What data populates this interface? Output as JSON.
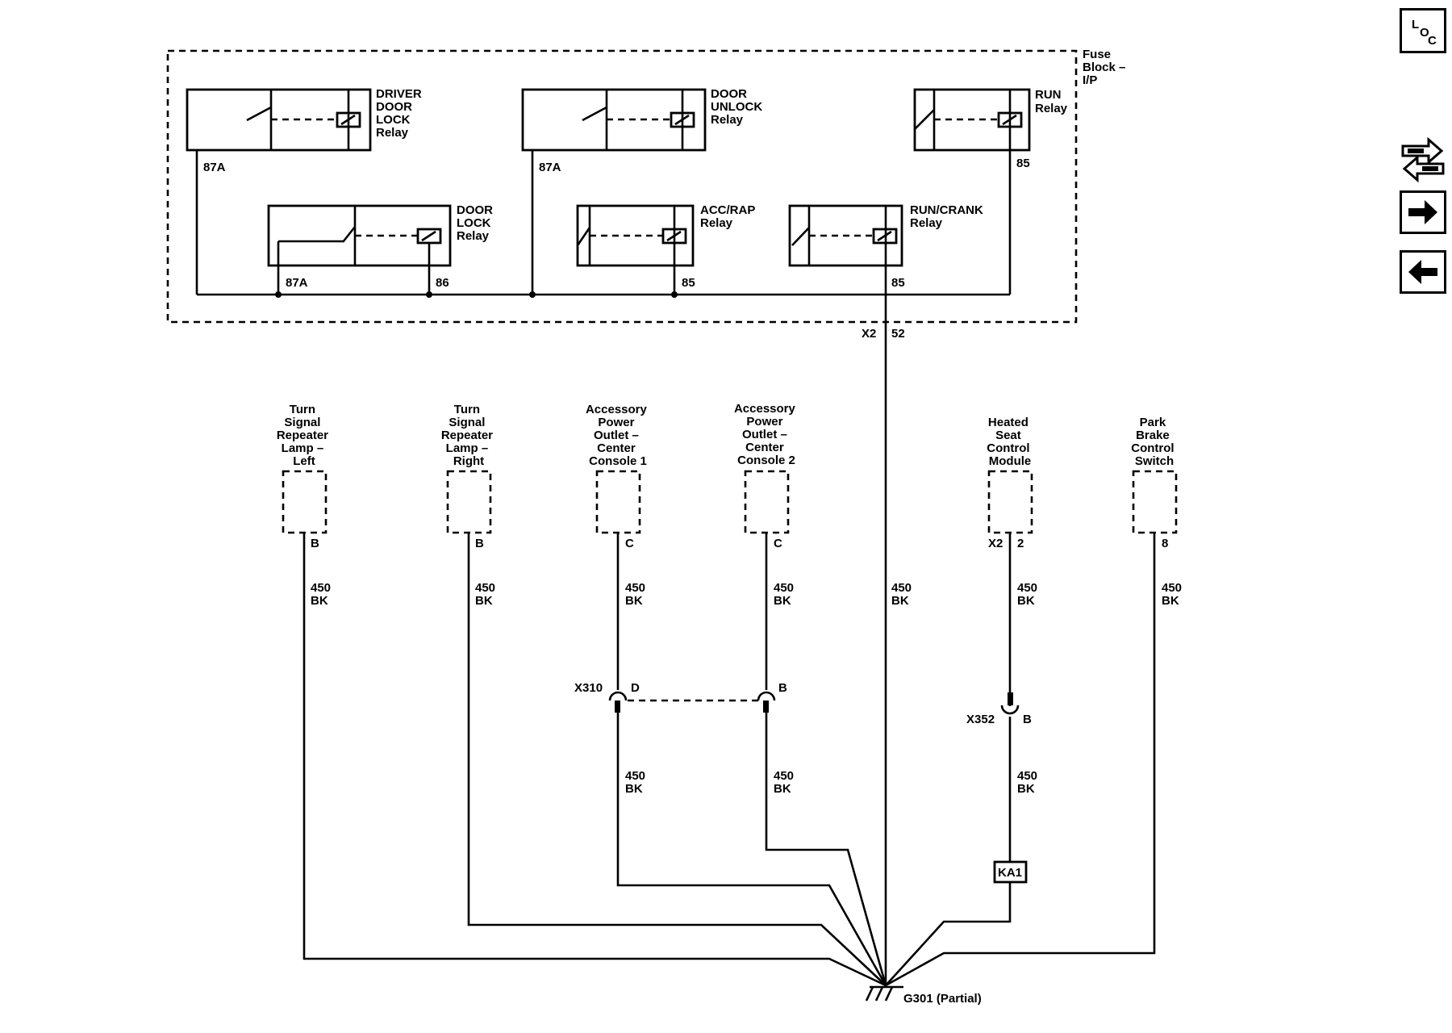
{
  "fuse_block": {
    "label": [
      "Fuse",
      "Block –",
      "I/P"
    ],
    "relays": {
      "driver_door_lock": {
        "label": [
          "DRIVER",
          "DOOR",
          "LOCK",
          "Relay"
        ],
        "pin": "87A"
      },
      "door_unlock": {
        "label": [
          "DOOR",
          "UNLOCK",
          "Relay"
        ],
        "pin": "87A"
      },
      "run": {
        "label": [
          "RUN",
          "Relay"
        ],
        "pin": "85"
      },
      "door_lock": {
        "label": [
          "DOOR",
          "LOCK",
          "Relay"
        ],
        "pin_left": "87A",
        "pin_right": "86"
      },
      "acc_rap": {
        "label": [
          "ACC/RAP",
          "Relay"
        ],
        "pin": "85"
      },
      "run_crank": {
        "label": [
          "RUN/CRANK",
          "Relay"
        ],
        "pin": "85"
      }
    },
    "output_connector": "X2",
    "output_pin": "52"
  },
  "components": [
    {
      "id": "turn-left",
      "label": [
        "Turn",
        "Signal",
        "Repeater",
        "Lamp –",
        "Left"
      ],
      "pin": "B",
      "connector": "",
      "circuit": "450",
      "color": "BK"
    },
    {
      "id": "turn-right",
      "label": [
        "Turn",
        "Signal",
        "Repeater",
        "Lamp –",
        "Right"
      ],
      "pin": "B",
      "connector": "",
      "circuit": "450",
      "color": "BK"
    },
    {
      "id": "acc-outlet-1",
      "label": [
        "Accessory",
        "Power",
        "Outlet –",
        "Center",
        "Console 1"
      ],
      "pin": "C",
      "connector": "",
      "circuit": "450",
      "color": "BK"
    },
    {
      "id": "acc-outlet-2",
      "label": [
        "Accessory",
        "Power",
        "Outlet –",
        "Center",
        "Console 2"
      ],
      "pin": "C",
      "connector": "",
      "circuit": "450",
      "color": "BK"
    },
    {
      "id": "heated-seat",
      "label": [
        "Heated",
        "Seat",
        "Control",
        "Module"
      ],
      "pin": "2",
      "connector": "X2",
      "circuit": "450",
      "color": "BK"
    },
    {
      "id": "park-brake",
      "label": [
        "Park",
        "Brake",
        "Control",
        "Switch"
      ],
      "pin": "8",
      "connector": "",
      "circuit": "450",
      "color": "BK"
    }
  ],
  "center_wire": {
    "circuit": "450",
    "color": "BK"
  },
  "inline_connectors": {
    "x310": {
      "name": "X310",
      "pin_a": "D",
      "pin_b": "B",
      "wire_a": {
        "circuit": "450",
        "color": "BK"
      },
      "wire_b": {
        "circuit": "450",
        "color": "BK"
      }
    },
    "x352": {
      "name": "X352",
      "pin": "B",
      "wire": {
        "circuit": "450",
        "color": "BK"
      }
    }
  },
  "splice": "KA1",
  "ground": "G301 (Partial)",
  "nav": {
    "loc_letters": [
      "L",
      "O",
      "C"
    ],
    "icons": {
      "loc": "location-icon",
      "back_forward": "swap-arrows-icon",
      "next": "arrow-right-icon",
      "prev": "arrow-left-icon"
    }
  }
}
